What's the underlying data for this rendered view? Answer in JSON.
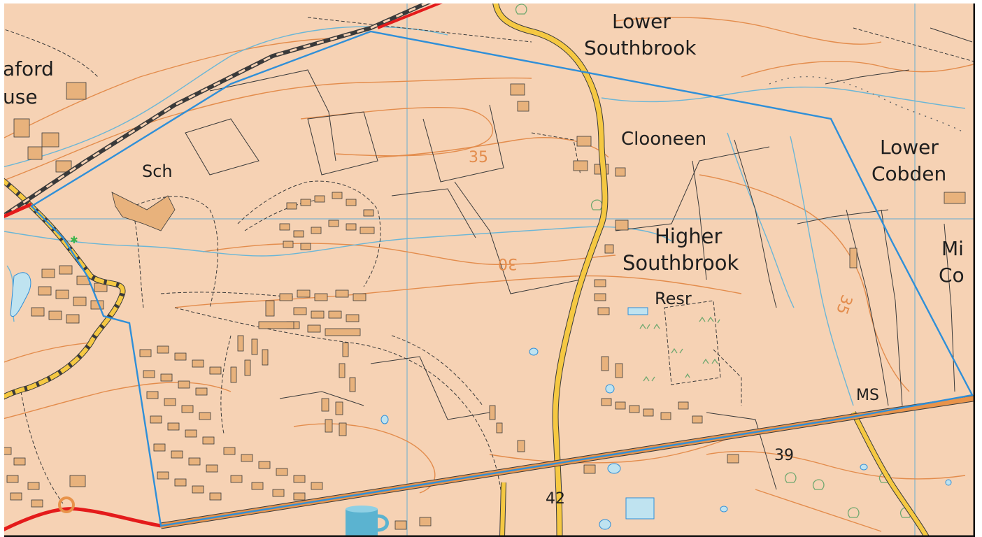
{
  "map": {
    "labels": {
      "lower_southbrook_1": "Lower",
      "lower_southbrook_2": "Southbrook",
      "clooneen": "Clooneen",
      "lower_cobden_1": "Lower",
      "lower_cobden_2": "Cobden",
      "higher_southbrook_1": "Higher",
      "higher_southbrook_2": "Southbrook",
      "resr": "Resr",
      "sch": "Sch",
      "aford": "aford",
      "use": "use",
      "mid_cobden_1": "Mi",
      "mid_cobden_2": "Co",
      "ms": "MS",
      "contour_35_a": "35",
      "contour_35_b": "35",
      "contour_30": "30",
      "road_39": "39",
      "road_42": "42"
    },
    "colors": {
      "land": "#f6d2b4",
      "contour": "#e38c4c",
      "water": "#6bb6d6",
      "grid": "#7fb3cc",
      "main_road": "#f5c842",
      "a_road": "#e8934a",
      "rail_red": "#e41b1b",
      "boundary": "#2f8fd8",
      "building": "#e8b27c"
    },
    "icons": [
      "tea-cup-icon",
      "wood-symbol-icon",
      "marsh-symbol-icon"
    ]
  }
}
